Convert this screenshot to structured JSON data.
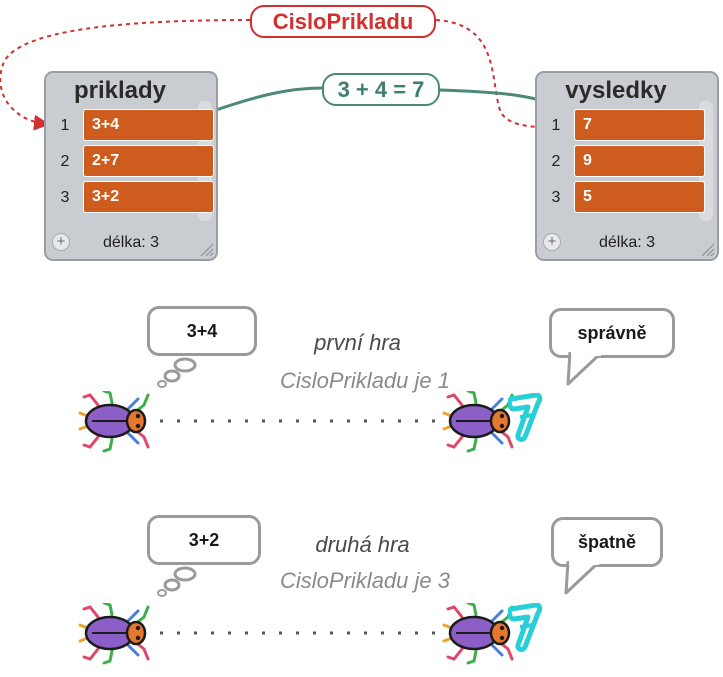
{
  "variable_name": "CisloPrikladu",
  "transfer_label": "3 + 4 = 7",
  "lists": [
    {
      "title": "priklady",
      "rows": [
        {
          "index": "1",
          "value": "3+4"
        },
        {
          "index": "2",
          "value": "2+7"
        },
        {
          "index": "3",
          "value": "3+2"
        }
      ],
      "length_label": "délka: 3"
    },
    {
      "title": "vysledky",
      "rows": [
        {
          "index": "1",
          "value": "7"
        },
        {
          "index": "2",
          "value": "9"
        },
        {
          "index": "3",
          "value": "5"
        }
      ],
      "length_label": "délka: 3"
    }
  ],
  "games": [
    {
      "thought": "3+4",
      "title": "první hra",
      "subtitle": "CisloPrikladu je 1",
      "answer": "správně"
    },
    {
      "thought": "3+2",
      "title": "druhá hra",
      "subtitle": "CisloPrikladu je 3",
      "answer": "špatně"
    }
  ],
  "colors": {
    "list_item": "#cd5c1e",
    "variable": "#d22f2f",
    "transfer": "#4b8a79",
    "digit_costume": "#27d0d6",
    "beetle_body": "#8b5fc7",
    "beetle_head": "#e8772e"
  },
  "icons": [
    "plus-icon",
    "resize-grip-icon",
    "beetle-sprite",
    "digit-seven-costume"
  ]
}
